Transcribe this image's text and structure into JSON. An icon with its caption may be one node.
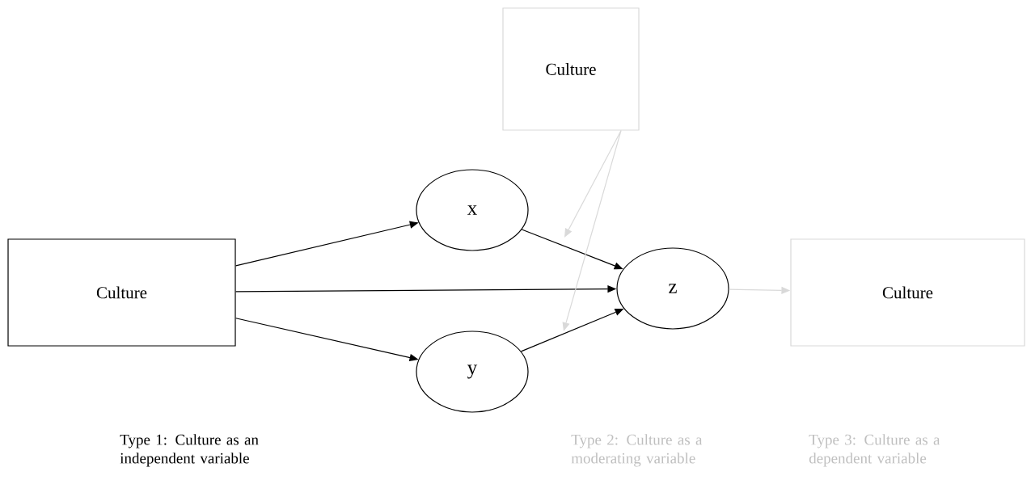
{
  "diagram": {
    "nodes": [
      {
        "text": [
          "Culture"
        ]
      },
      {
        "text": [
          "x"
        ]
      },
      {
        "text": [
          "y"
        ]
      },
      {
        "text": [
          "z"
        ]
      },
      {
        "text": [
          "Culture"
        ]
      },
      {
        "text": [
          "Culture"
        ]
      }
    ],
    "edges": [
      {
        "from": 0,
        "to": 1,
        "arrow": "to"
      },
      {
        "from": 0,
        "to": 3,
        "arrow": "to"
      },
      {
        "from": 0,
        "to": 2,
        "arrow": "to"
      },
      {
        "from": 1,
        "to": 3,
        "arrow": "to"
      },
      {
        "from": 2,
        "to": 3,
        "arrow": "to"
      },
      {
        "from": 4,
        "to": null,
        "arrow": "to",
        "color": "#d9d9d9"
      },
      {
        "from": 4,
        "to": null,
        "arrow": "to",
        "color": "#d9d9d9"
      },
      {
        "from": 3,
        "to": 5,
        "arrow": "to",
        "color": "#d9d9d9"
      }
    ],
    "labels": [
      "Type 1: Culture as an independent variable",
      "Type 2: Culture as a moderating variable",
      "Type 3: Culture as a dependent variable"
    ]
  }
}
